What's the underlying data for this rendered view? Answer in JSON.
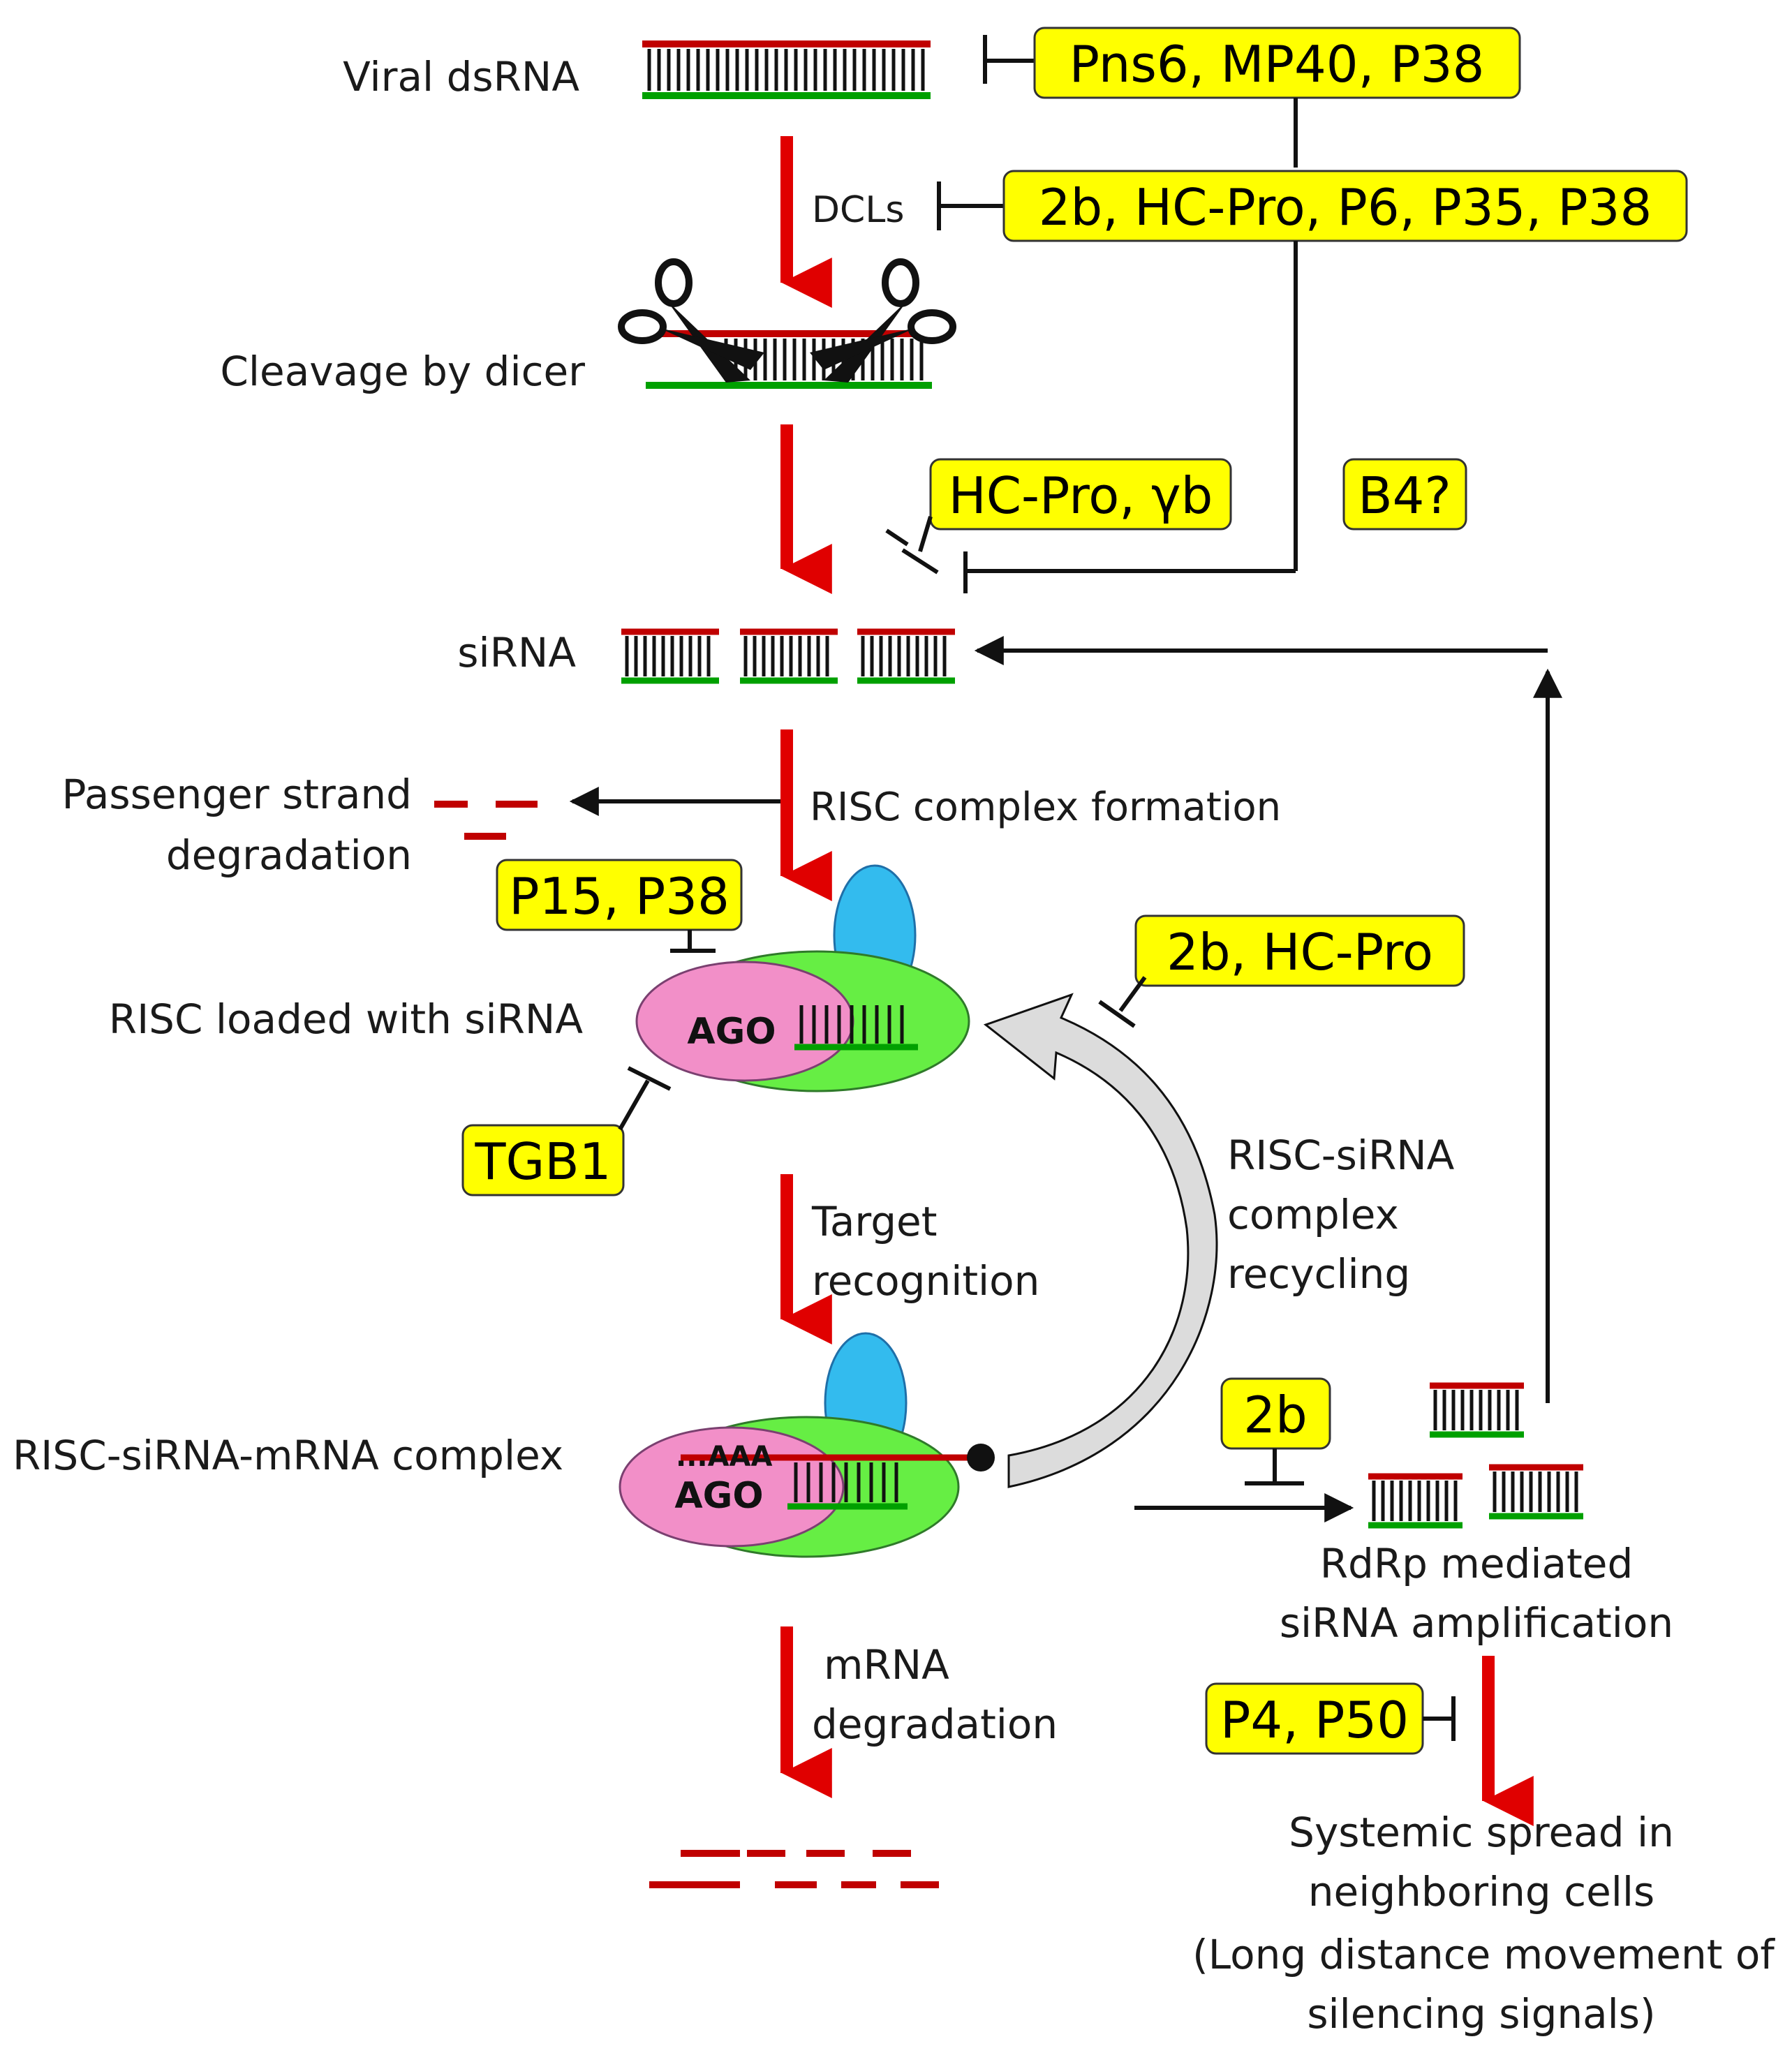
{
  "labels": {
    "viral_dsrna": "Viral dsRNA",
    "dcls": "DCLs",
    "cleavage": "Cleavage by dicer",
    "sirna": "siRNA",
    "passenger_1": "Passenger strand",
    "passenger_2": "degradation",
    "risc_formation": "RISC complex formation",
    "risc_loaded": "RISC loaded with siRNA",
    "target_1": "Target",
    "target_2": "recognition",
    "recycling_1": "RISC-siRNA",
    "recycling_2": "complex",
    "recycling_3": "recycling",
    "risc_mrna": "RISC-siRNA-mRNA complex",
    "polya": "...AAA",
    "mrna_deg_1": "mRNA",
    "mrna_deg_2": "degradation",
    "rdrp_1": "RdRp mediated",
    "rdrp_2": "siRNA amplification",
    "systemic_1": "Systemic spread in",
    "systemic_2": "neighboring cells",
    "systemic_3": "(Long distance movement of",
    "systemic_4": "silencing signals)",
    "ago_1": "AGO",
    "ago_2": "AGO"
  },
  "suppressors": {
    "pns6": "Pns6, MP40, P38",
    "dcl_suppressors": "2b, HC-Pro, P6, P35, P38",
    "hcpro_yb": "HC-Pro, γb",
    "b4": "B4?",
    "p15_p38": "P15, P38",
    "hcpro_2b": "2b, HC-Pro",
    "tgb1": "TGB1",
    "b2": "2b",
    "p4_p50": "P4, P50"
  },
  "colors": {
    "strand_red": "#c00000",
    "strand_green": "#00a000",
    "arrow_red": "#e00000",
    "suppressor_fill": "#ffff00",
    "ago_pink": "#f28fc8",
    "risc_green": "#66ee44",
    "risc_blue": "#33bbee"
  }
}
